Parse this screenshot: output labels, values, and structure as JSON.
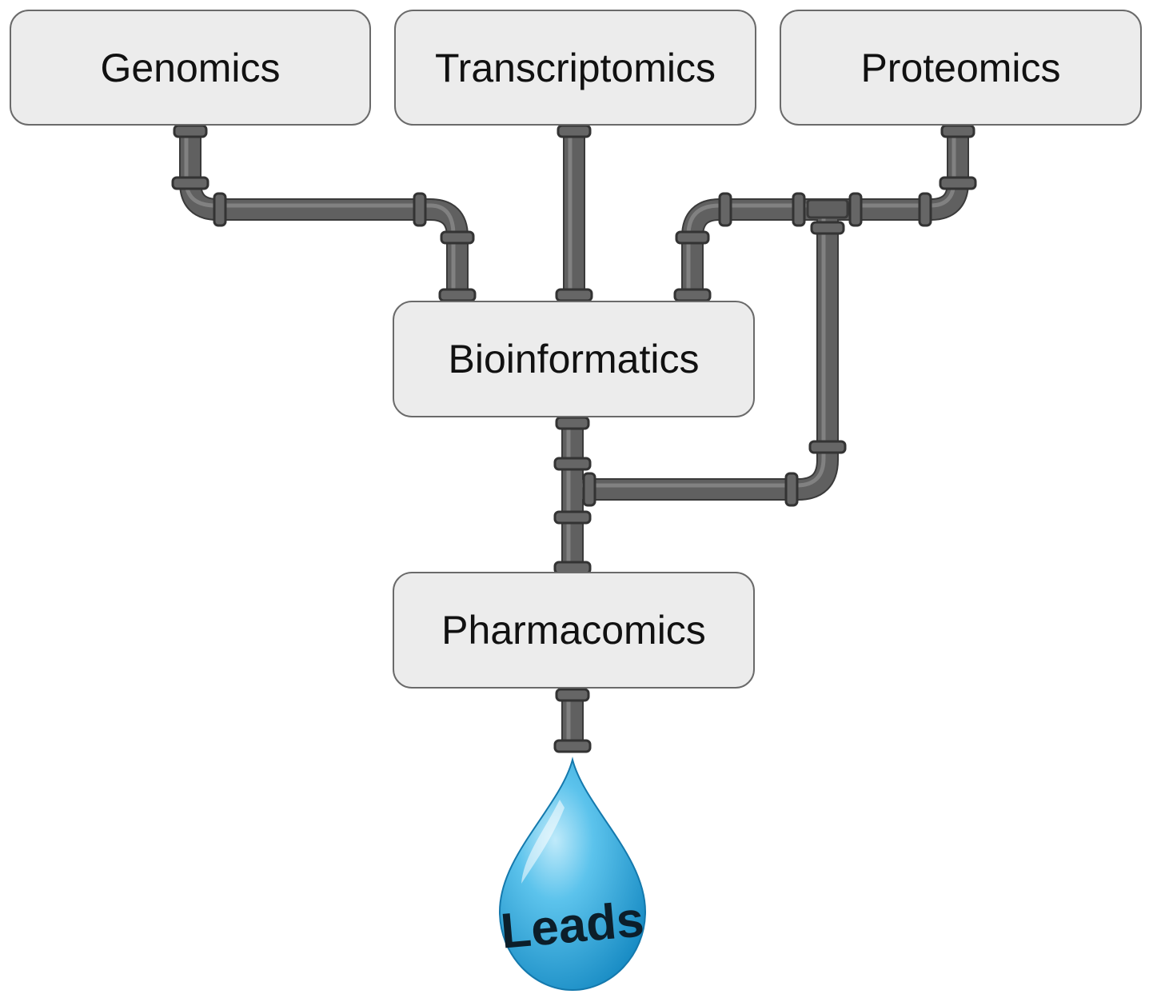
{
  "diagram": {
    "boxes": {
      "genomics": "Genomics",
      "transcriptomics": "Transcriptomics",
      "proteomics": "Proteomics",
      "bioinformatics": "Bioinformatics",
      "pharmacomics": "Pharmacomics"
    },
    "drop": {
      "label": "Leads",
      "color": "#2fa9df"
    },
    "colors": {
      "box_fill": "#ececec",
      "box_border": "#6a6a6a",
      "pipe": "#5e5e5e",
      "pipe_outline": "#3a3a3a"
    }
  }
}
